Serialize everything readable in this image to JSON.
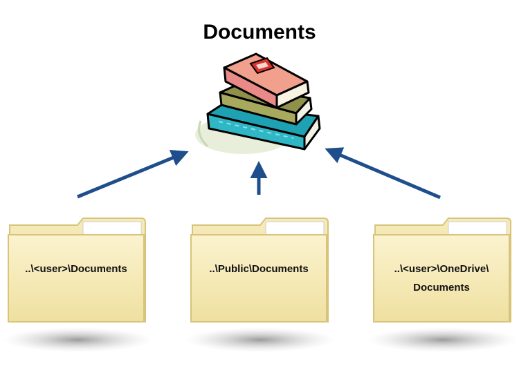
{
  "diagram": {
    "title": "Documents",
    "icons": {
      "center": "book-stack-icon",
      "folder": "folder-icon"
    },
    "colors": {
      "arrow": "#1f4e8c",
      "folder_fill": "#f3e7b0",
      "folder_edge": "#d7c47a",
      "book_red": "#f39a8c",
      "book_olive": "#a7a95c",
      "book_teal": "#2fb7c6"
    },
    "folders": [
      {
        "label_line1": "..\\<user>\\Documents",
        "label_line2": ""
      },
      {
        "label_line1": "..\\Public\\Documents",
        "label_line2": ""
      },
      {
        "label_line1": "..\\<user>\\OneDrive\\",
        "label_line2": "Documents"
      }
    ]
  }
}
